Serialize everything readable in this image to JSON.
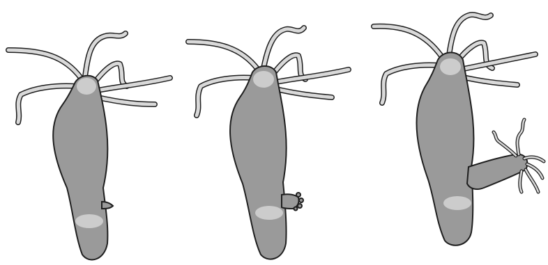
{
  "figure": {
    "stages": [
      {
        "stage": "small-bud"
      },
      {
        "stage": "bud-with-tentacle-buds"
      },
      {
        "stage": "bud-with-tentacles"
      }
    ],
    "colors": {
      "body": "#9a9a9a",
      "light_band": "#d2d2d2",
      "tentacle": "#d9d9d9",
      "outline": "#1e1e1e",
      "background": "#ffffff"
    }
  }
}
